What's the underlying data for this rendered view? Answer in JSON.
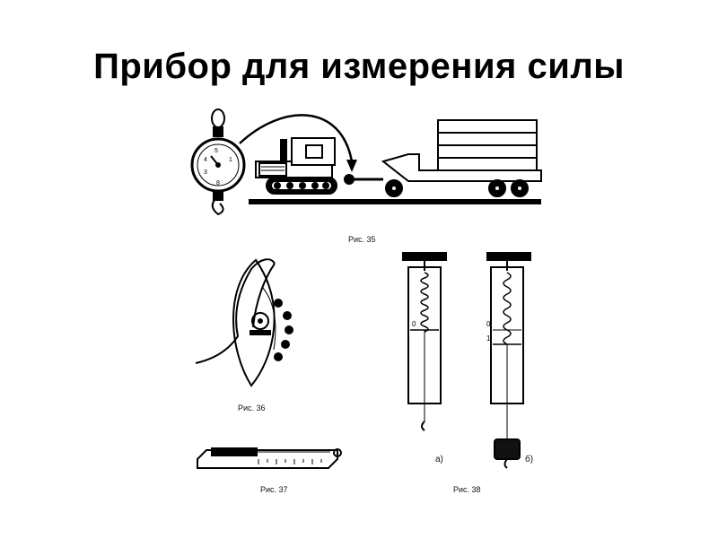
{
  "slide": {
    "title": "Прибор для измерения силы"
  },
  "figures": {
    "fig35": {
      "caption": "Рис. 35"
    },
    "fig36": {
      "caption": "Рис. 36"
    },
    "fig37": {
      "caption": "Рис.   37"
    },
    "fig38": {
      "caption": "Рис. 38",
      "label_a": "а)",
      "label_b": "б)"
    }
  },
  "dial": {
    "numerals": [
      "5",
      "4",
      "3",
      "1",
      "8"
    ]
  },
  "spring_scale": {
    "zero_mark": "0",
    "one_mark": "1"
  },
  "colors": {
    "ink": "#000000",
    "background": "#ffffff",
    "weight": "#111111"
  }
}
